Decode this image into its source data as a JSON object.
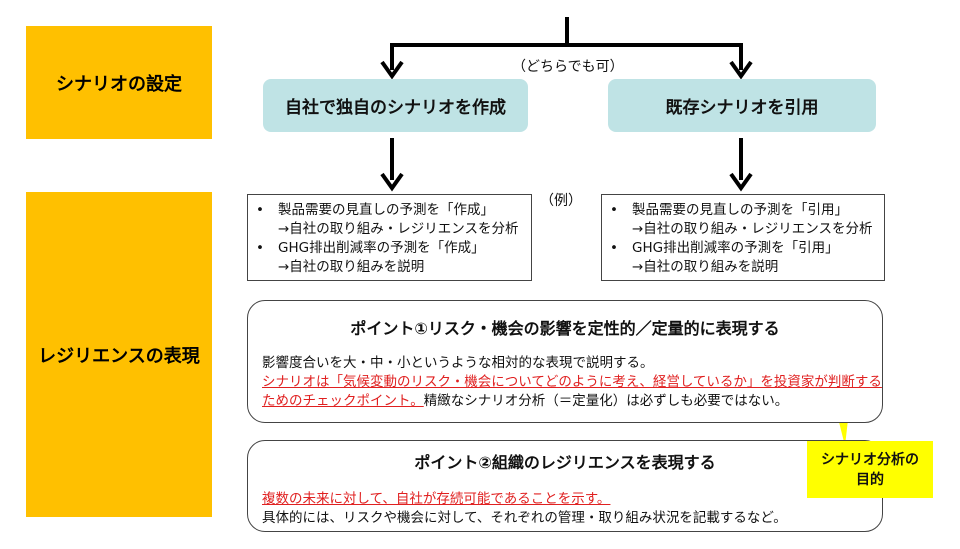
{
  "left_labels": {
    "scenario_setting": "シナリオの設定",
    "resilience_expression": "レジリエンスの表現"
  },
  "options": {
    "note": "（どちらでも可）",
    "own_scenario": "自社で独自のシナリオを作成",
    "existing_scenario": "既存シナリオを引用"
  },
  "example_label": "（例）",
  "left_examples": [
    {
      "bullet": "•",
      "text": "製品需要の見直しの予測を「作成」",
      "sub": "→自社の取り組み・レジリエンスを分析"
    },
    {
      "bullet": "•",
      "text": "GHG排出削減率の予測を「作成」",
      "sub": "→自社の取り組みを説明"
    }
  ],
  "right_examples": [
    {
      "bullet": "•",
      "text": "製品需要の見直しの予測を「引用」",
      "sub": "→自社の取り組み・レジリエンスを分析"
    },
    {
      "bullet": "•",
      "text": "GHG排出削減率の予測を「引用」",
      "sub": "→自社の取り組みを説明"
    }
  ],
  "point1": {
    "title": "ポイント①リスク・機会の影響を定性的／定量的に表現する",
    "line1": "影響度合いを大・中・小というような相対的な表現で説明する。",
    "red_line2": "シナリオは「気候変動のリスク・機会についてどのように考え、経営しているか」を投資家が判断する",
    "red_line3": "ためのチェックポイント。",
    "line3_rest": "精緻なシナリオ分析（＝定量化）は必ずしも必要ではない。"
  },
  "point2": {
    "title": "ポイント②組織のレジリエンスを表現する",
    "red_line1": "複数の未来に対して、自社が存続可能であることを示す。",
    "line2": "具体的には、リスクや機会に対して、それぞれの管理・取り組み状況を記載するなど。"
  },
  "callout": {
    "line1": "シナリオ分析の",
    "line2": "目的"
  },
  "colors": {
    "gold": "#FFC000",
    "teal": "#BFE3E5",
    "red_text": "#E02020",
    "callout_yellow": "#FFFF00"
  }
}
